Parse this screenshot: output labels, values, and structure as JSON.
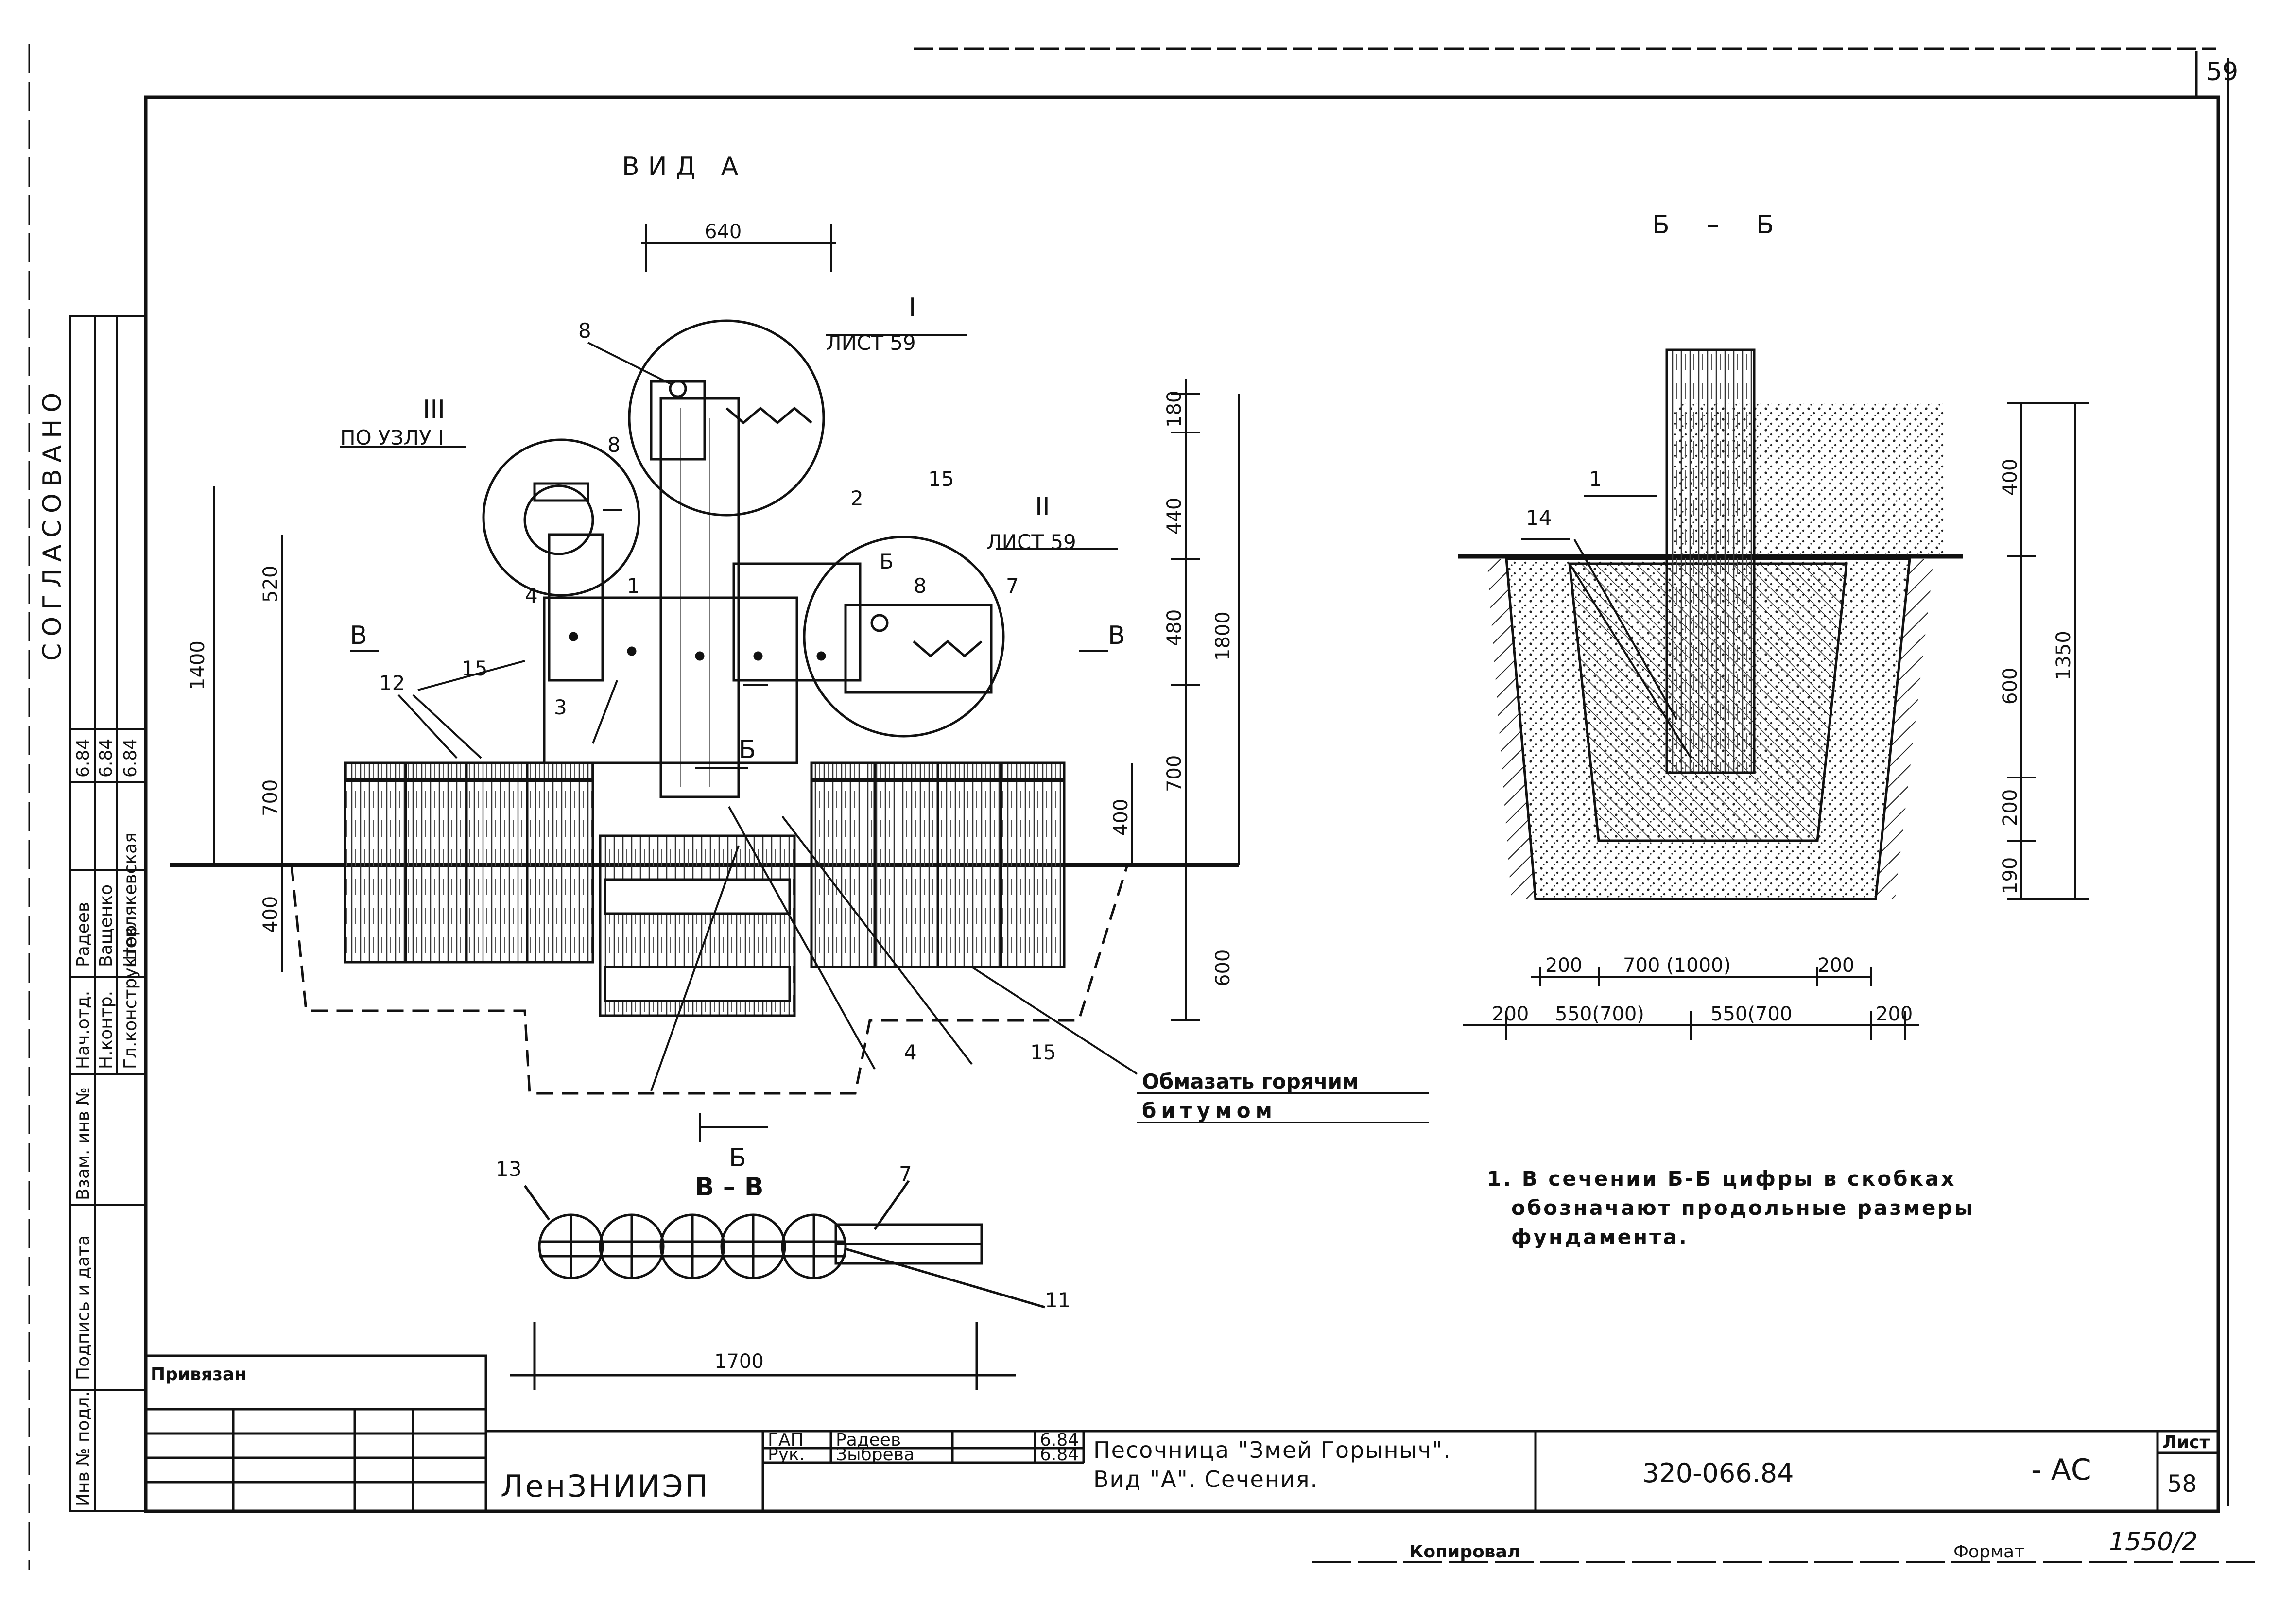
{
  "sheet_number_corner": "59",
  "stamp_scribble": "1550/2",
  "copied_by": "Копировал",
  "format_label": "Формат",
  "left_strip": {
    "agreed": "СОГЛАСОВАНО",
    "inv_no": "Инв № подл.",
    "sign_date": "Подпись и дата",
    "replace_inv": "Взам. инв №",
    "roles": [
      {
        "role": "Нач.отд.",
        "name": "Радеев",
        "date": "6.84"
      },
      {
        "role": "Н.контр.",
        "name": "Ващенко",
        "date": "6.84"
      },
      {
        "role": "Гл.конструктор",
        "name": "Шевлякевская",
        "date": "6.84"
      }
    ]
  },
  "view_a": {
    "title": "ВИД  А",
    "dims": {
      "top_width": "640",
      "d180": "180",
      "d440": "440",
      "d480": "480",
      "d700_right": "700",
      "d1800": "1800",
      "d400_right": "400",
      "d600_right": "600",
      "d1400": "1400",
      "d520": "520",
      "d700_left": "700",
      "d400_left": "400"
    },
    "callouts": {
      "c1": "1",
      "c2": "2",
      "c3": "3",
      "c4": "4",
      "c4b": "4",
      "c7": "7",
      "c8a": "8",
      "c8b": "8",
      "c8c": "8",
      "c12": "12",
      "c15a": "15",
      "c15b": "15",
      "c15c": "15",
      "b_small": "Б"
    },
    "node_I_num": "I",
    "node_I_sheet": "ЛИСТ 59",
    "node_II_num": "II",
    "node_II_sheet": "ЛИСТ 59",
    "node_III_num": "III",
    "node_III_ref": "ПО УЗЛУ I",
    "cut_b_left": "В",
    "cut_b_right": "В",
    "cut_bb_top": "Б",
    "cut_bb_bottom": "Б",
    "bitumen_line1": "Обмазать горячим",
    "bitumen_line2": "битумом"
  },
  "section_vv": {
    "title": "В – В",
    "c13": "13",
    "c7": "7",
    "c11": "11",
    "width": "1700"
  },
  "section_bb": {
    "title": "Б – Б",
    "c1": "1",
    "c14": "14",
    "d400": "400",
    "d600": "600",
    "d1350": "1350",
    "d200": "200",
    "d190": "190",
    "top_left": "200",
    "top_mid": "700 (1000)",
    "top_right": "200",
    "bot_left": "200",
    "bot_m1": "550(700)",
    "bot_m2": "550(700",
    "bot_right": "200"
  },
  "note": {
    "line1": "1. В сечении Б-Б   цифры   в скобках",
    "line2": "обозначают  продольные  размеры",
    "line3": "фундамента."
  },
  "title_block": {
    "bound": "Привязан",
    "org": "ЛенЗНИИЭП",
    "people": [
      {
        "role": "ГАП",
        "name": "Радеев",
        "date": "6.84"
      },
      {
        "role": "Рук.",
        "name": "Зыбрева",
        "date": "6.84"
      }
    ],
    "title_line1": "Песочница \"Змей Горыныч\".",
    "title_line2": "Вид \"А\". Сечения.",
    "code": "320-066.84",
    "mark": "- АС",
    "sheet_label": "Лист",
    "sheet_no": "58"
  }
}
